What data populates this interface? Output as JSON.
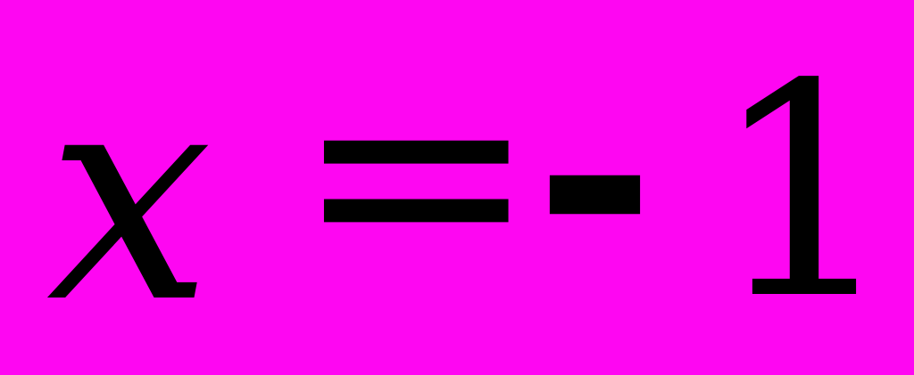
{
  "page": {
    "kind": "math-equation-image",
    "background_color": "#fe06f2",
    "text_color": "#000000"
  },
  "equation": {
    "full": "x = -1",
    "variable": "x",
    "equals_sign": "=",
    "minus_sign": "-",
    "value": "1"
  }
}
